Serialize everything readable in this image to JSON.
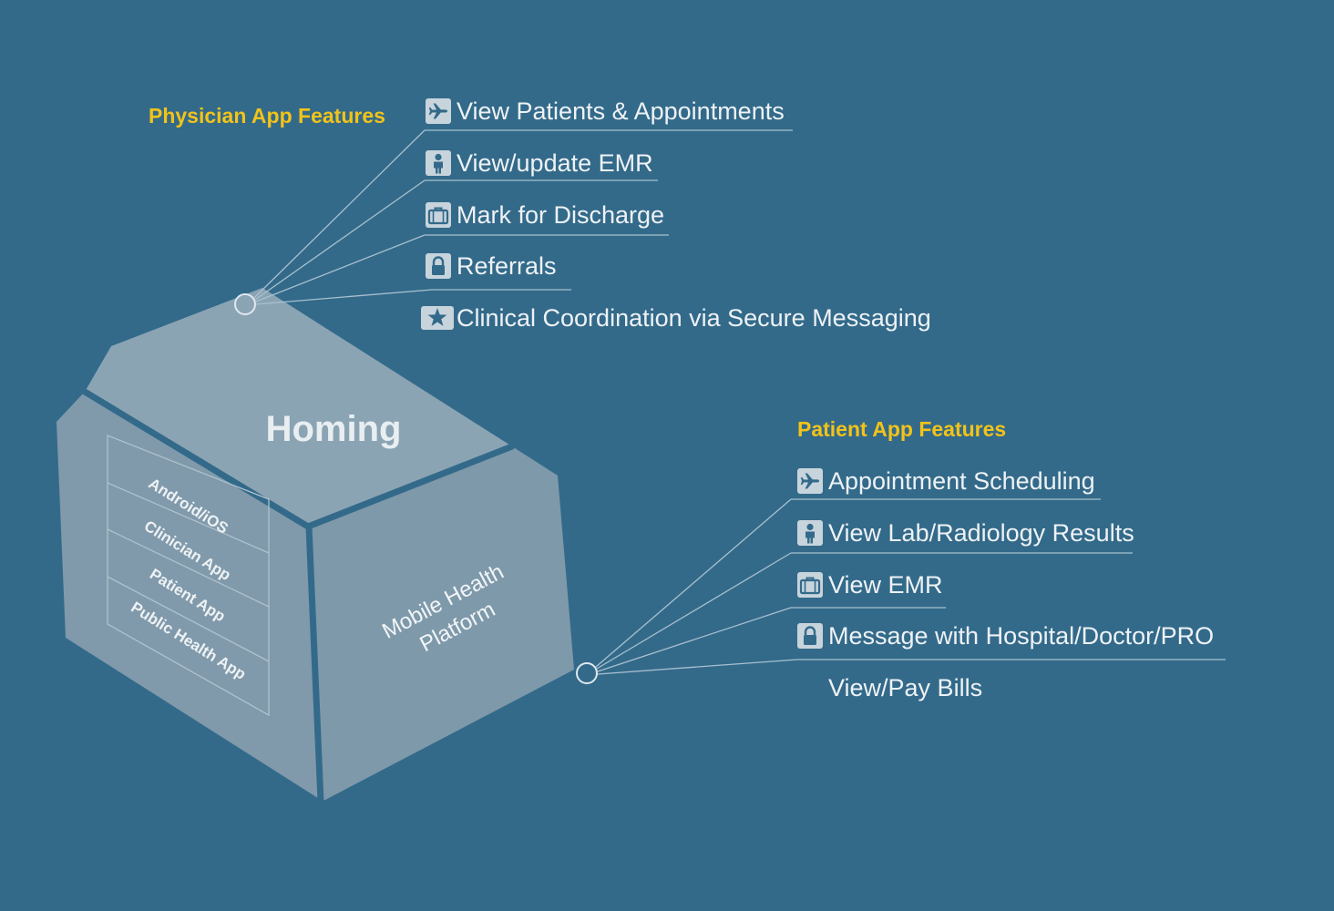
{
  "title": "Homing",
  "platform_label": [
    "Mobile Health",
    "Platform"
  ],
  "layers": [
    {
      "label": "Android/iOS"
    },
    {
      "label": "Clinician App"
    },
    {
      "label": "Patient App"
    },
    {
      "label": "Public Health App"
    }
  ],
  "physician": {
    "heading": "Physician App Features",
    "items": [
      {
        "label": "View Patients & Appointments",
        "icon": "airplane-icon"
      },
      {
        "label": "View/update EMR",
        "icon": "person-icon"
      },
      {
        "label": "Mark for Discharge",
        "icon": "briefcase-icon"
      },
      {
        "label": "Referrals",
        "icon": "lock-icon"
      },
      {
        "label": "Clinical Coordination via Secure Messaging",
        "icon": "star-icon"
      }
    ]
  },
  "patient": {
    "heading": "Patient App Features",
    "items": [
      {
        "label": "Appointment Scheduling",
        "icon": "airplane-icon"
      },
      {
        "label": "View Lab/Radiology Results",
        "icon": "person-icon"
      },
      {
        "label": "View EMR",
        "icon": "briefcase-icon"
      },
      {
        "label": "Message with Hospital/Doctor/PRO",
        "icon": "lock-icon"
      },
      {
        "label": "View/Pay Bills"
      }
    ]
  },
  "colors": {
    "background": "#336a8a",
    "heading": "#f2c319",
    "text": "#eef2f5",
    "box_top": "#8ba4b4",
    "box_left": "#809aab",
    "box_right": "#7e99aa",
    "line": "#a9c0ce"
  }
}
